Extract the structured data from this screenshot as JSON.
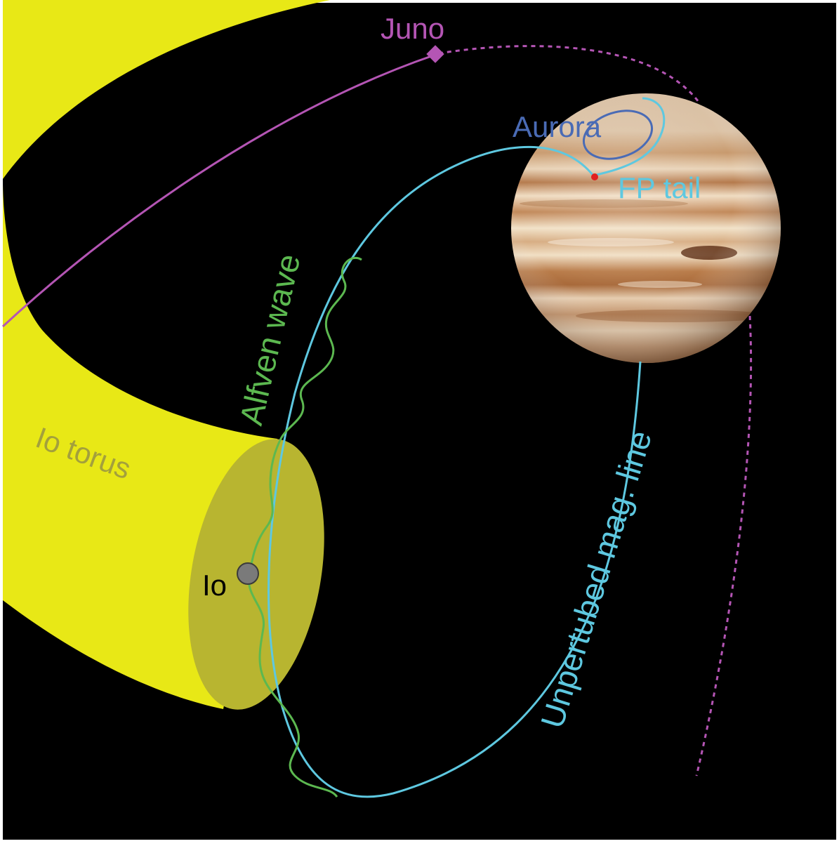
{
  "labels": {
    "juno": "Juno",
    "aurora": "Aurora",
    "fp_tail": "FP tail",
    "alfven_wave": "Alfven wave",
    "io_torus": "Io torus",
    "io": "Io",
    "mag_line": "Unpertubed mag. line"
  },
  "colors": {
    "background": "#000000",
    "frame": "#ffffff",
    "torus": "#e8e816",
    "torus_cross_section": "#b8b530",
    "io_torus_label": "#a3a03c",
    "juno": "#b455b4",
    "aurora": "#4a6bb5",
    "field_line": "#5ec8e0",
    "alfven_wave": "#5cb850",
    "footprint": "#e02020",
    "io": "#7a7a7a",
    "jupiter_base": "#d9b28a"
  },
  "icons": {
    "juno_marker": "diamond",
    "io": "circle"
  }
}
